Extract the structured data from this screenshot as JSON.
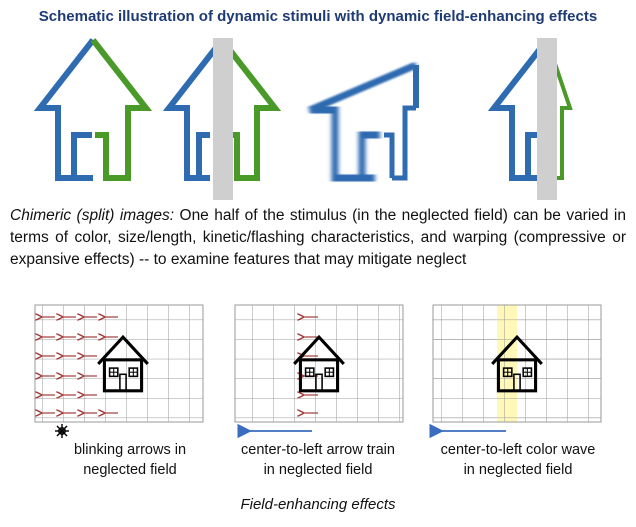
{
  "title": "Schematic illustration of dynamic stimuli with dynamic field-enhancing effects",
  "caption": {
    "lead": "Chimeric (split) images:",
    "body": " One half of the stimulus (in the neglected field) can be varied in terms of color, size/length, kinetic/flashing characteristics, and warping (compressive or expansive effects) -- to examine features that may mitigate neglect"
  },
  "colors": {
    "title": "#1f3b73",
    "house_blue": "#2e6bb0",
    "house_green": "#4a9a2a",
    "occluder_gray": "#cfcfcf",
    "arrow_red": "#a33a3a",
    "left_arrow_blue": "#3a6cc0",
    "wave_yellow": "#fff7b0"
  },
  "panels": [
    {
      "label_line1": "blinking arrows in",
      "label_line2": "neglected field",
      "icon": "sparkle-icon"
    },
    {
      "label_line1": "center-to-left arrow train",
      "label_line2": "in neglected field"
    },
    {
      "label_line1": "center-to-left color wave",
      "label_line2": "in neglected field"
    }
  ],
  "footer": "Field-enhancing effects"
}
